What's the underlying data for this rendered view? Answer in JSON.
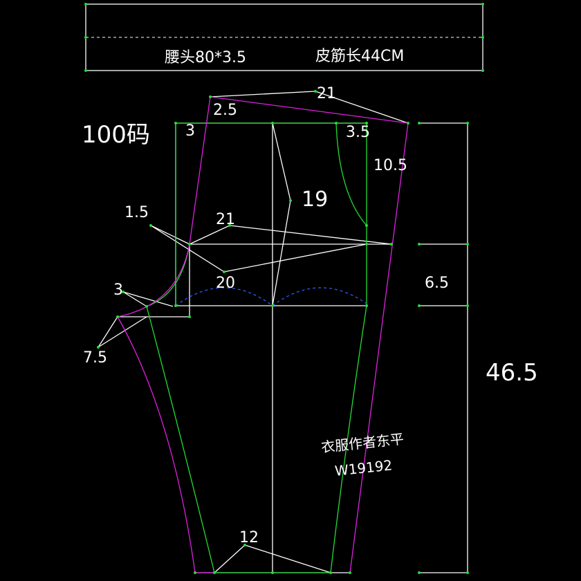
{
  "waistband": {
    "label": "腰头80*3.5",
    "elastic": "皮筋长44CM"
  },
  "size_label": "100码",
  "measurements": {
    "m_21_top": "21",
    "m_2_5": "2.5",
    "m_3_left": "3",
    "m_3_5": "3.5",
    "m_10_5": "10.5",
    "m_19": "19",
    "m_1_5": "1.5",
    "m_21_mid": "21",
    "m_20": "20",
    "m_3_crotch": "3",
    "m_7_5": "7.5",
    "m_6_5": "6.5",
    "m_46_5": "46.5",
    "m_12": "12"
  },
  "watermark": {
    "author": "衣服作者东平",
    "code": "W19192"
  },
  "colors": {
    "background": "#000000",
    "guide_lines": "#ffffff",
    "front_piece": "#22dd33",
    "back_piece": "#e020e0",
    "curve_dashed": "#2a5cff"
  }
}
